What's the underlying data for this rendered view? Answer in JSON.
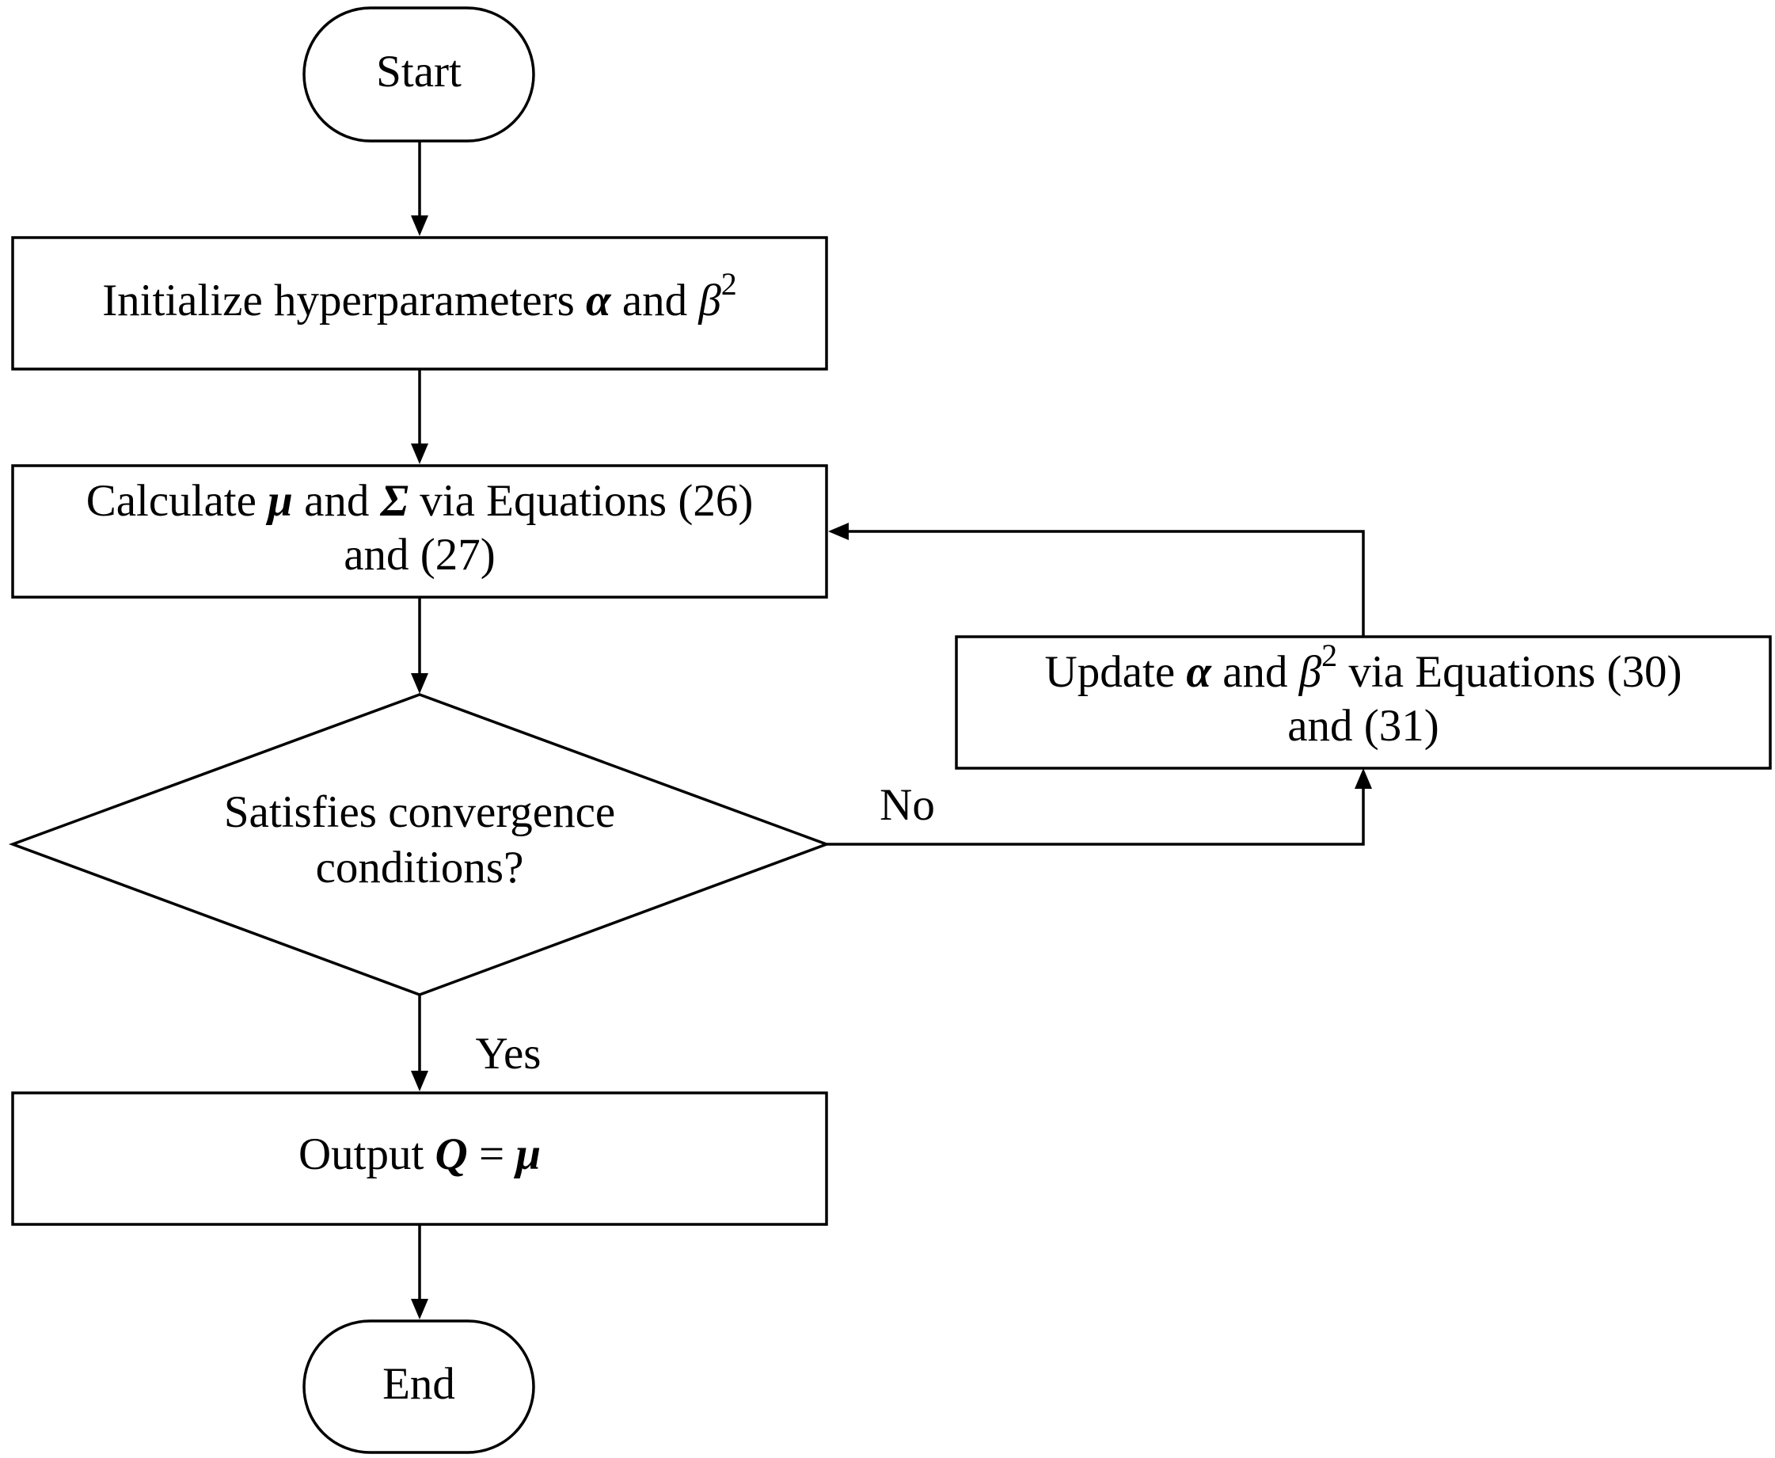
{
  "nodes": {
    "start": {
      "label": "Start"
    },
    "init": {
      "prefix": "Initialize hyperparameters ",
      "alpha": "α",
      "and": " and ",
      "beta": "β",
      "sup": "2"
    },
    "calc": {
      "line1_prefix": "Calculate ",
      "mu": "μ",
      "and": " and ",
      "sigma": "Σ",
      "line1_suffix": " via Equations (26)",
      "line2": "and (27)"
    },
    "decision": {
      "line1": "Satisfies convergence",
      "line2": "conditions?"
    },
    "update": {
      "line1_prefix": "Update ",
      "alpha": "α",
      "and": " and ",
      "beta": "β",
      "sup": "2",
      "line1_suffix": " via Equations (30)",
      "line2": "and (31)"
    },
    "output": {
      "prefix": "Output ",
      "q": "Q",
      "eq": " = ",
      "mu": "μ"
    },
    "end": {
      "label": "End"
    }
  },
  "edges": {
    "no_label": "No",
    "yes_label": "Yes"
  }
}
